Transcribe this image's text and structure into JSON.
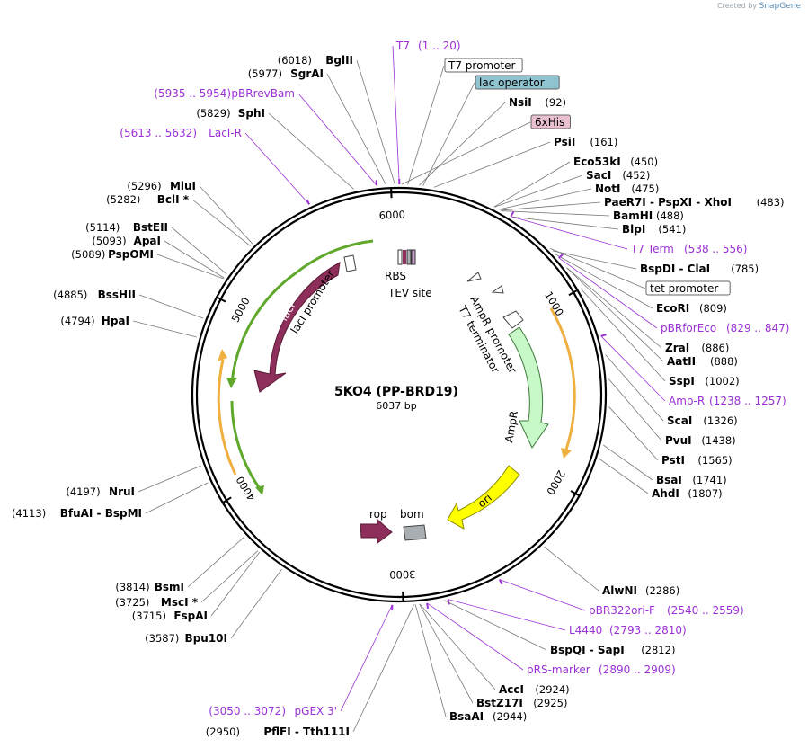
{
  "branding": {
    "created_by": "Created by",
    "product": "SnapGene"
  },
  "plasmid": {
    "name": "5KO4 (PP-BRD19)",
    "length_label": "6037 bp",
    "length": 6037
  },
  "ticks": [
    "1000",
    "2000",
    "3000",
    "4000",
    "5000",
    "6000"
  ],
  "colors": {
    "primer": "#9b30d6",
    "ring": "#000000",
    "lacI": "#8e2f5b",
    "AmpR": "#c8f7c8",
    "ori": "#ffff00",
    "bom": "#a9aeb3",
    "rop": "#8e2f5b",
    "primer_arrow": "#f0b040",
    "green_arrow": "#5fa82c"
  },
  "right_labels": [
    {
      "name": "T7",
      "pos": "(1 .. 20)",
      "kind": "primer"
    },
    {
      "name": "T7 promoter",
      "pos": "",
      "kind": "boxed"
    },
    {
      "name": "lac operator",
      "pos": "",
      "kind": "boxed-blue"
    },
    {
      "name": "NsiI",
      "pos": "(92)",
      "kind": "site"
    },
    {
      "name": "6xHis",
      "pos": "",
      "kind": "boxed-pink"
    },
    {
      "name": "PsiI",
      "pos": "(161)",
      "kind": "site"
    },
    {
      "name": "Eco53kI",
      "pos": "(450)",
      "kind": "site"
    },
    {
      "name": "SacI",
      "pos": "(452)",
      "kind": "site"
    },
    {
      "name": "NotI",
      "pos": "(475)",
      "kind": "site"
    },
    {
      "name": "PaeR7I - PspXI - XhoI",
      "pos": "(483)",
      "kind": "site"
    },
    {
      "name": "BamHI",
      "pos": "(488)",
      "kind": "site"
    },
    {
      "name": "BlpI",
      "pos": "(541)",
      "kind": "site"
    },
    {
      "name": "T7 Term",
      "pos": "(538 .. 556)",
      "kind": "primer"
    },
    {
      "name": "BspDI - ClaI",
      "pos": "(785)",
      "kind": "site"
    },
    {
      "name": "tet promoter",
      "pos": "",
      "kind": "boxed"
    },
    {
      "name": "EcoRI",
      "pos": "(809)",
      "kind": "site"
    },
    {
      "name": "pBRforEco",
      "pos": "(829 .. 847)",
      "kind": "primer"
    },
    {
      "name": "ZraI",
      "pos": "(886)",
      "kind": "site"
    },
    {
      "name": "AatII",
      "pos": "(888)",
      "kind": "site"
    },
    {
      "name": "SspI",
      "pos": "(1002)",
      "kind": "site"
    },
    {
      "name": "Amp-R",
      "pos": "(1238 .. 1257)",
      "kind": "primer"
    },
    {
      "name": "ScaI",
      "pos": "(1326)",
      "kind": "site"
    },
    {
      "name": "PvuI",
      "pos": "(1438)",
      "kind": "site"
    },
    {
      "name": "PstI",
      "pos": "(1565)",
      "kind": "site"
    },
    {
      "name": "BsaI",
      "pos": "(1741)",
      "kind": "site"
    },
    {
      "name": "AhdI",
      "pos": "(1807)",
      "kind": "site"
    },
    {
      "name": "AlwNI",
      "pos": "(2286)",
      "kind": "site"
    },
    {
      "name": "pBR322ori-F",
      "pos": "(2540 .. 2559)",
      "kind": "primer"
    },
    {
      "name": "L4440",
      "pos": "(2793 .. 2810)",
      "kind": "primer"
    },
    {
      "name": "BspQI - SapI",
      "pos": "(2812)",
      "kind": "site"
    },
    {
      "name": "pRS-marker",
      "pos": "(2890 .. 2909)",
      "kind": "primer"
    },
    {
      "name": "AccI",
      "pos": "(2924)",
      "kind": "site"
    },
    {
      "name": "BstZ17I",
      "pos": "(2925)",
      "kind": "site"
    },
    {
      "name": "BsaAI",
      "pos": "(2944)",
      "kind": "site"
    }
  ],
  "left_labels": [
    {
      "name": "BglII",
      "pos": "(6018)",
      "kind": "site"
    },
    {
      "name": "SgrAI",
      "pos": "(5977)",
      "kind": "site"
    },
    {
      "name": "pBRrevBam",
      "pos": "(5935 .. 5954)",
      "kind": "primer"
    },
    {
      "name": "SphI",
      "pos": "(5829)",
      "kind": "site"
    },
    {
      "name": "LacI-R",
      "pos": "(5613 .. 5632)",
      "kind": "primer"
    },
    {
      "name": "MluI",
      "pos": "(5296)",
      "kind": "site"
    },
    {
      "name": "BclI *",
      "pos": "(5282)",
      "kind": "site"
    },
    {
      "name": "BstEII",
      "pos": "(5114)",
      "kind": "site"
    },
    {
      "name": "ApaI",
      "pos": "(5093)",
      "kind": "site"
    },
    {
      "name": "PspOMI",
      "pos": "(5089)",
      "kind": "site"
    },
    {
      "name": "BssHII",
      "pos": "(4885)",
      "kind": "site"
    },
    {
      "name": "HpaI",
      "pos": "(4794)",
      "kind": "site"
    },
    {
      "name": "NruI",
      "pos": "(4197)",
      "kind": "site"
    },
    {
      "name": "BfuAI - BspMI",
      "pos": "(4113)",
      "kind": "site"
    },
    {
      "name": "BsmI",
      "pos": "(3814)",
      "kind": "site"
    },
    {
      "name": "MscI *",
      "pos": "(3725)",
      "kind": "site"
    },
    {
      "name": "FspAI",
      "pos": "(3715)",
      "kind": "site"
    },
    {
      "name": "Bpu10I",
      "pos": "(3587)",
      "kind": "site"
    },
    {
      "name": "pGEX 3'",
      "pos": "(3050 .. 3072)",
      "kind": "primer"
    },
    {
      "name": "PflFI - Tth111I",
      "pos": "(2950)",
      "kind": "site"
    }
  ],
  "features": [
    "lacI",
    "lacI promoter",
    "RBS",
    "TEV site",
    "AmpR promoter",
    "T7 terminator",
    "AmpR",
    "ori",
    "rop",
    "bom"
  ]
}
